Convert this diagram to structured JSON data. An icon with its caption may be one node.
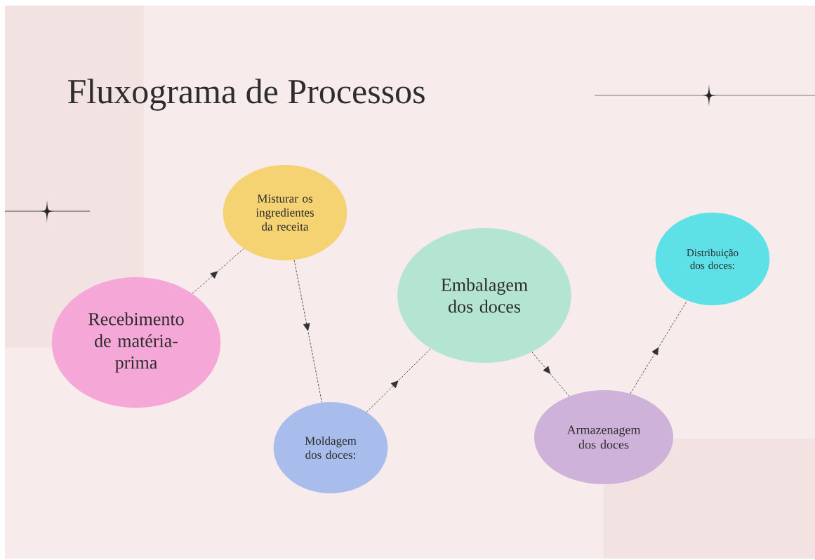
{
  "diagram": {
    "title": "Fluxograma de Processos",
    "nodes": [
      {
        "text": [
          "Recebimento de matéria-prima"
        ]
      },
      {
        "text": [
          "Misturar os ingredientes da receita"
        ]
      },
      {
        "text": [
          "Moldagem dos doces:"
        ]
      },
      {
        "text": [
          "Embalagem dos doces"
        ]
      },
      {
        "text": [
          "Armazenagem dos doces"
        ]
      },
      {
        "text": [
          "Distribuição dos doces:"
        ]
      }
    ],
    "edges": [
      {
        "from": 0,
        "to": 1,
        "arrow": "to"
      },
      {
        "from": 1,
        "to": 2,
        "arrow": "to"
      },
      {
        "from": 2,
        "to": 3,
        "arrow": "to"
      },
      {
        "from": 3,
        "to": 4,
        "arrow": "to"
      },
      {
        "from": 4,
        "to": 5,
        "arrow": "to"
      }
    ]
  }
}
